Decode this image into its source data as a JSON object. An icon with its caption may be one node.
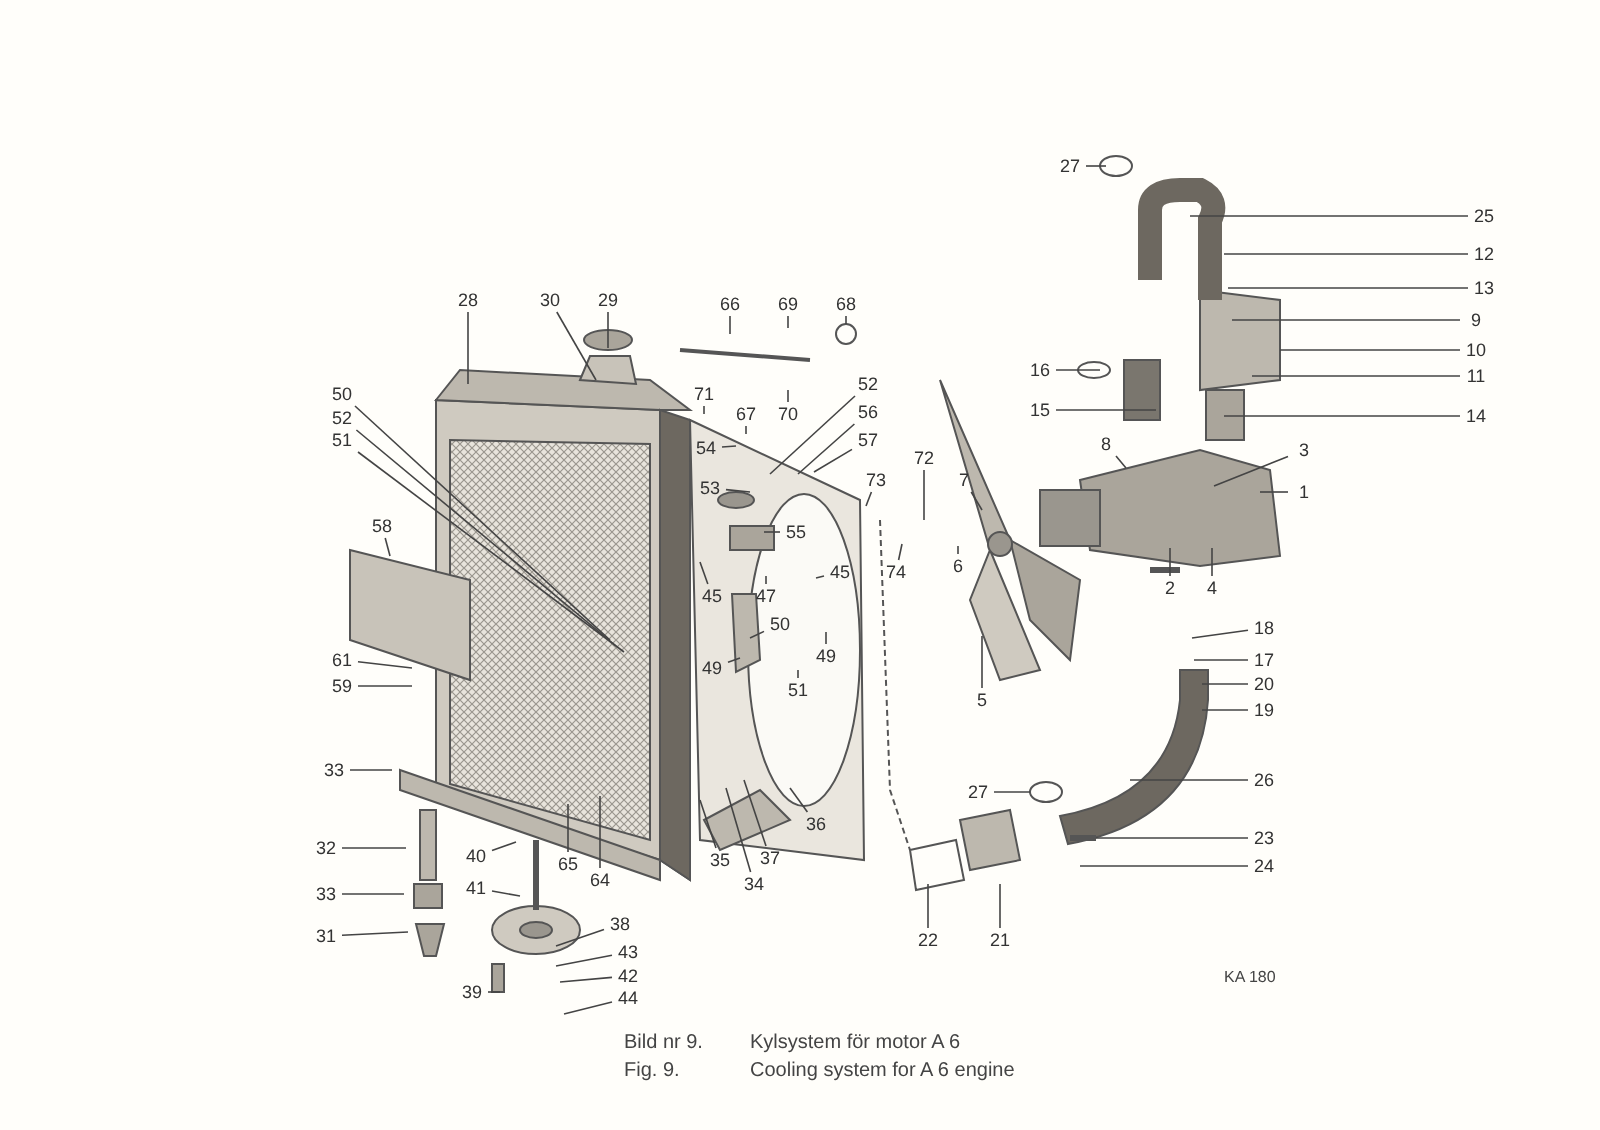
{
  "diagram": {
    "nodes": [
      {
        "text": [
          "27"
        ]
      },
      {
        "text": [
          "25"
        ]
      },
      {
        "text": [
          "12"
        ]
      },
      {
        "text": [
          "13"
        ]
      },
      {
        "text": [
          "9"
        ]
      },
      {
        "text": [
          "10"
        ]
      },
      {
        "text": [
          "11"
        ]
      },
      {
        "text": [
          "28"
        ]
      },
      {
        "text": [
          "30"
        ]
      },
      {
        "text": [
          "29"
        ]
      },
      {
        "text": [
          "66"
        ]
      },
      {
        "text": [
          "69"
        ]
      },
      {
        "text": [
          "68"
        ]
      },
      {
        "text": [
          "16"
        ]
      },
      {
        "text": [
          "52"
        ]
      },
      {
        "text": [
          "71"
        ]
      },
      {
        "text": [
          "50"
        ]
      },
      {
        "text": [
          "14"
        ]
      },
      {
        "text": [
          "15"
        ]
      },
      {
        "text": [
          "67"
        ]
      },
      {
        "text": [
          "70"
        ]
      },
      {
        "text": [
          "56"
        ]
      },
      {
        "text": [
          "52"
        ]
      },
      {
        "text": [
          "8"
        ]
      },
      {
        "text": [
          "57"
        ]
      },
      {
        "text": [
          "51"
        ]
      },
      {
        "text": [
          "3"
        ]
      },
      {
        "text": [
          "73"
        ]
      },
      {
        "text": [
          "72"
        ]
      },
      {
        "text": [
          "54"
        ]
      },
      {
        "text": [
          "1"
        ]
      },
      {
        "text": [
          "7"
        ]
      },
      {
        "text": [
          "53"
        ]
      },
      {
        "text": [
          "55"
        ]
      },
      {
        "text": [
          "58"
        ]
      },
      {
        "text": [
          "45"
        ]
      },
      {
        "text": [
          "74"
        ]
      },
      {
        "text": [
          "6"
        ]
      },
      {
        "text": [
          "47"
        ]
      },
      {
        "text": [
          "45"
        ]
      },
      {
        "text": [
          "2"
        ]
      },
      {
        "text": [
          "4"
        ]
      },
      {
        "text": [
          "50"
        ]
      },
      {
        "text": [
          "18"
        ]
      },
      {
        "text": [
          "49"
        ]
      },
      {
        "text": [
          "49"
        ]
      },
      {
        "text": [
          "61"
        ]
      },
      {
        "text": [
          "17"
        ]
      },
      {
        "text": [
          "51"
        ]
      },
      {
        "text": [
          "20"
        ]
      },
      {
        "text": [
          "59"
        ]
      },
      {
        "text": [
          "5"
        ]
      },
      {
        "text": [
          "19"
        ]
      },
      {
        "text": [
          "33"
        ]
      },
      {
        "text": [
          "26"
        ]
      },
      {
        "text": [
          "27"
        ]
      },
      {
        "text": [
          "36"
        ]
      },
      {
        "text": [
          "23"
        ]
      },
      {
        "text": [
          "32"
        ]
      },
      {
        "text": [
          "37"
        ]
      },
      {
        "text": [
          "35"
        ]
      },
      {
        "text": [
          "40"
        ]
      },
      {
        "text": [
          "24"
        ]
      },
      {
        "text": [
          "65"
        ]
      },
      {
        "text": [
          "34"
        ]
      },
      {
        "text": [
          "41"
        ]
      },
      {
        "text": [
          "33"
        ]
      },
      {
        "text": [
          "64"
        ]
      },
      {
        "text": [
          "38"
        ]
      },
      {
        "text": [
          "43"
        ]
      },
      {
        "text": [
          "42"
        ]
      },
      {
        "text": [
          "31"
        ]
      },
      {
        "text": [
          "22"
        ]
      },
      {
        "text": [
          "21"
        ]
      },
      {
        "text": [
          "39"
        ]
      },
      {
        "text": [
          "44"
        ]
      }
    ],
    "edges": [
      {
        "from": 0,
        "to": null,
        "arrow": "none"
      },
      {
        "from": 1,
        "to": null,
        "arrow": "none"
      },
      {
        "from": 2,
        "to": null,
        "arrow": "none"
      },
      {
        "from": 3,
        "to": null,
        "arrow": "none"
      },
      {
        "from": 4,
        "to": null,
        "arrow": "none"
      },
      {
        "from": 5,
        "to": null,
        "arrow": "none"
      },
      {
        "from": 6,
        "to": null,
        "arrow": "none"
      },
      {
        "from": 7,
        "to": null,
        "arrow": "none"
      },
      {
        "from": 8,
        "to": null,
        "arrow": "none"
      },
      {
        "from": 9,
        "to": null,
        "arrow": "none"
      },
      {
        "from": 10,
        "to": null,
        "arrow": "none"
      },
      {
        "from": 11,
        "to": null,
        "arrow": "none"
      },
      {
        "from": 12,
        "to": null,
        "arrow": "none"
      },
      {
        "from": 13,
        "to": null,
        "arrow": "none"
      },
      {
        "from": 14,
        "to": null,
        "arrow": "none"
      },
      {
        "from": 15,
        "to": null,
        "arrow": "none"
      },
      {
        "from": 16,
        "to": null,
        "arrow": "none"
      },
      {
        "from": 17,
        "to": null,
        "arrow": "none"
      },
      {
        "from": 18,
        "to": null,
        "arrow": "none"
      },
      {
        "from": 19,
        "to": null,
        "arrow": "none"
      },
      {
        "from": 20,
        "to": null,
        "arrow": "none"
      },
      {
        "from": 21,
        "to": null,
        "arrow": "none"
      },
      {
        "from": 22,
        "to": null,
        "arrow": "none"
      },
      {
        "from": 23,
        "to": null,
        "arrow": "none"
      },
      {
        "from": 24,
        "to": null,
        "arrow": "none"
      },
      {
        "from": 25,
        "to": null,
        "arrow": "none"
      },
      {
        "from": 26,
        "to": null,
        "arrow": "none"
      },
      {
        "from": 27,
        "to": null,
        "arrow": "none"
      },
      {
        "from": 28,
        "to": null,
        "arrow": "none"
      },
      {
        "from": 29,
        "to": null,
        "arrow": "none"
      },
      {
        "from": 30,
        "to": null,
        "arrow": "none"
      },
      {
        "from": 31,
        "to": null,
        "arrow": "none"
      },
      {
        "from": 32,
        "to": null,
        "arrow": "none"
      },
      {
        "from": 33,
        "to": null,
        "arrow": "none"
      },
      {
        "from": 34,
        "to": null,
        "arrow": "none"
      },
      {
        "from": 35,
        "to": null,
        "arrow": "none"
      },
      {
        "from": 36,
        "to": null,
        "arrow": "none"
      },
      {
        "from": 37,
        "to": null,
        "arrow": "none"
      },
      {
        "from": 38,
        "to": null,
        "arrow": "none"
      },
      {
        "from": 39,
        "to": null,
        "arrow": "none"
      },
      {
        "from": 40,
        "to": null,
        "arrow": "none"
      },
      {
        "from": 41,
        "to": null,
        "arrow": "none"
      },
      {
        "from": 42,
        "to": null,
        "arrow": "none"
      },
      {
        "from": 43,
        "to": null,
        "arrow": "none"
      },
      {
        "from": 44,
        "to": null,
        "arrow": "none"
      },
      {
        "from": 45,
        "to": null,
        "arrow": "none"
      },
      {
        "from": 46,
        "to": null,
        "arrow": "none"
      },
      {
        "from": 47,
        "to": null,
        "arrow": "none"
      },
      {
        "from": 48,
        "to": null,
        "arrow": "none"
      },
      {
        "from": 49,
        "to": null,
        "arrow": "none"
      },
      {
        "from": 50,
        "to": null,
        "arrow": "none"
      },
      {
        "from": 51,
        "to": null,
        "arrow": "none"
      },
      {
        "from": 52,
        "to": null,
        "arrow": "none"
      },
      {
        "from": 53,
        "to": null,
        "arrow": "none"
      },
      {
        "from": 54,
        "to": null,
        "arrow": "none"
      },
      {
        "from": 55,
        "to": null,
        "arrow": "none"
      },
      {
        "from": 56,
        "to": null,
        "arrow": "none"
      },
      {
        "from": 57,
        "to": null,
        "arrow": "none"
      },
      {
        "from": 58,
        "to": null,
        "arrow": "none"
      },
      {
        "from": 59,
        "to": null,
        "arrow": "none"
      },
      {
        "from": 60,
        "to": null,
        "arrow": "none"
      },
      {
        "from": 61,
        "to": null,
        "arrow": "none"
      },
      {
        "from": 62,
        "to": null,
        "arrow": "none"
      },
      {
        "from": 63,
        "to": null,
        "arrow": "none"
      },
      {
        "from": 64,
        "to": null,
        "arrow": "none"
      },
      {
        "from": 65,
        "to": null,
        "arrow": "none"
      },
      {
        "from": 66,
        "to": null,
        "arrow": "none"
      },
      {
        "from": 67,
        "to": null,
        "arrow": "none"
      },
      {
        "from": 68,
        "to": null,
        "arrow": "none"
      },
      {
        "from": 69,
        "to": null,
        "arrow": "none"
      },
      {
        "from": 70,
        "to": null,
        "arrow": "none"
      },
      {
        "from": 71,
        "to": null,
        "arrow": "none"
      },
      {
        "from": 72,
        "to": null,
        "arrow": "none"
      },
      {
        "from": 73,
        "to": null,
        "arrow": "none"
      },
      {
        "from": 74,
        "to": null,
        "arrow": "none"
      },
      {
        "from": 75,
        "to": null,
        "arrow": "none"
      }
    ],
    "labels": [
      "KA 180",
      "Bild nr 9.",
      "Kylsystem för motor A 6",
      "Fig. 9.",
      "Cooling system for A 6 engine"
    ]
  }
}
